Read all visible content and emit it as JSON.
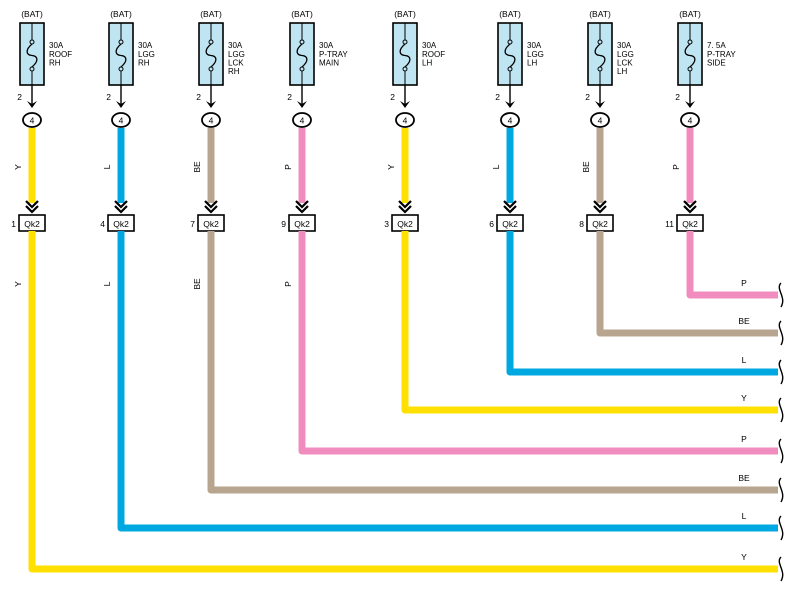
{
  "colors": {
    "Y": "#FFE000",
    "L": "#00A8E1",
    "BE": "#B8A58F",
    "P": "#F08CBE",
    "fuse_fill": "#BFE4F2",
    "ink": "#000000"
  },
  "fuses": [
    {
      "source": "(BAT)",
      "rating": "30A",
      "name_lines": [
        "ROOF",
        "RH"
      ],
      "top_pin": "2",
      "junction": "4",
      "wire_color": "Y",
      "wire_label_upper": "Y",
      "wire_label_lower": "Y",
      "connector_pin": "1",
      "connector": "Qk2",
      "out_label": "Y"
    },
    {
      "source": "(BAT)",
      "rating": "30A",
      "name_lines": [
        "LGG",
        "RH"
      ],
      "top_pin": "2",
      "junction": "4",
      "wire_color": "L",
      "wire_label_upper": "L",
      "wire_label_lower": "L",
      "connector_pin": "4",
      "connector": "Qk2",
      "out_label": "L"
    },
    {
      "source": "(BAT)",
      "rating": "30A",
      "name_lines": [
        "LGG",
        "LCK",
        "RH"
      ],
      "top_pin": "2",
      "junction": "4",
      "wire_color": "BE",
      "wire_label_upper": "BE",
      "wire_label_lower": "BE",
      "connector_pin": "7",
      "connector": "Qk2",
      "out_label": "BE"
    },
    {
      "source": "(BAT)",
      "rating": "30A",
      "name_lines": [
        "P-TRAY",
        "MAIN"
      ],
      "top_pin": "2",
      "junction": "4",
      "wire_color": "P",
      "wire_label_upper": "P",
      "wire_label_lower": "P",
      "connector_pin": "9",
      "connector": "Qk2",
      "out_label": "P"
    },
    {
      "source": "(BAT)",
      "rating": "30A",
      "name_lines": [
        "ROOF",
        "LH"
      ],
      "top_pin": "2",
      "junction": "4",
      "wire_color": "Y",
      "wire_label_upper": "Y",
      "wire_label_lower": "",
      "connector_pin": "3",
      "connector": "Qk2",
      "out_label": "Y"
    },
    {
      "source": "(BAT)",
      "rating": "30A",
      "name_lines": [
        "LGG",
        "LH"
      ],
      "top_pin": "2",
      "junction": "4",
      "wire_color": "L",
      "wire_label_upper": "L",
      "wire_label_lower": "",
      "connector_pin": "6",
      "connector": "Qk2",
      "out_label": "L"
    },
    {
      "source": "(BAT)",
      "rating": "30A",
      "name_lines": [
        "LGG",
        "LCK",
        "LH"
      ],
      "top_pin": "2",
      "junction": "4",
      "wire_color": "BE",
      "wire_label_upper": "BE",
      "wire_label_lower": "",
      "connector_pin": "8",
      "connector": "Qk2",
      "out_label": "BE"
    },
    {
      "source": "(BAT)",
      "rating": "7. 5A",
      "name_lines": [
        "P-TRAY",
        "SIDE"
      ],
      "top_pin": "2",
      "junction": "4",
      "wire_color": "P",
      "wire_label_upper": "P",
      "wire_label_lower": "",
      "connector_pin": "11",
      "connector": "Qk2",
      "out_label": "P"
    }
  ]
}
